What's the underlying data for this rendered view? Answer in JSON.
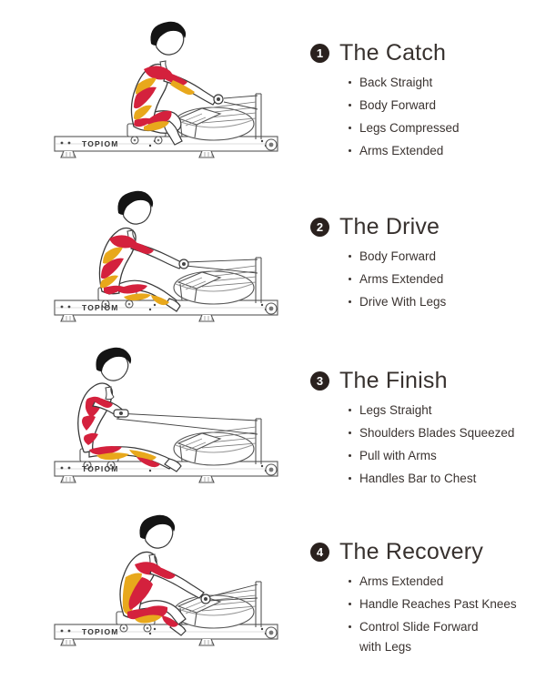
{
  "page": {
    "background_color": "#ffffff",
    "title_color": "#37312e",
    "bullet_color": "#3a3330",
    "badge_color": "#2a211e"
  },
  "illustration": {
    "machine_brand": "TOPIOM",
    "muscle_red": "#D4213D",
    "muscle_yellow": "#E8A81C",
    "hair_color": "#141414",
    "outline_color": "#3a3a3a",
    "machine_line": "#555555"
  },
  "steps": [
    {
      "number": "1",
      "title": "The Catch",
      "bullets": [
        "Back Straight",
        "Body Forward",
        "Legs Compressed",
        "Arms Extended"
      ]
    },
    {
      "number": "2",
      "title": "The Drive",
      "bullets": [
        "Body Forward",
        "Arms Extended",
        "Drive With Legs"
      ]
    },
    {
      "number": "3",
      "title": "The Finish",
      "bullets": [
        "Legs Straight",
        "Shoulders Blades Squeezed",
        "Pull with Arms",
        "Handles Bar to Chest"
      ]
    },
    {
      "number": "4",
      "title": "The Recovery",
      "bullets": [
        "Arms Extended",
        "Handle Reaches Past Knees",
        "Control Slide Forward\nwith Legs"
      ]
    }
  ]
}
